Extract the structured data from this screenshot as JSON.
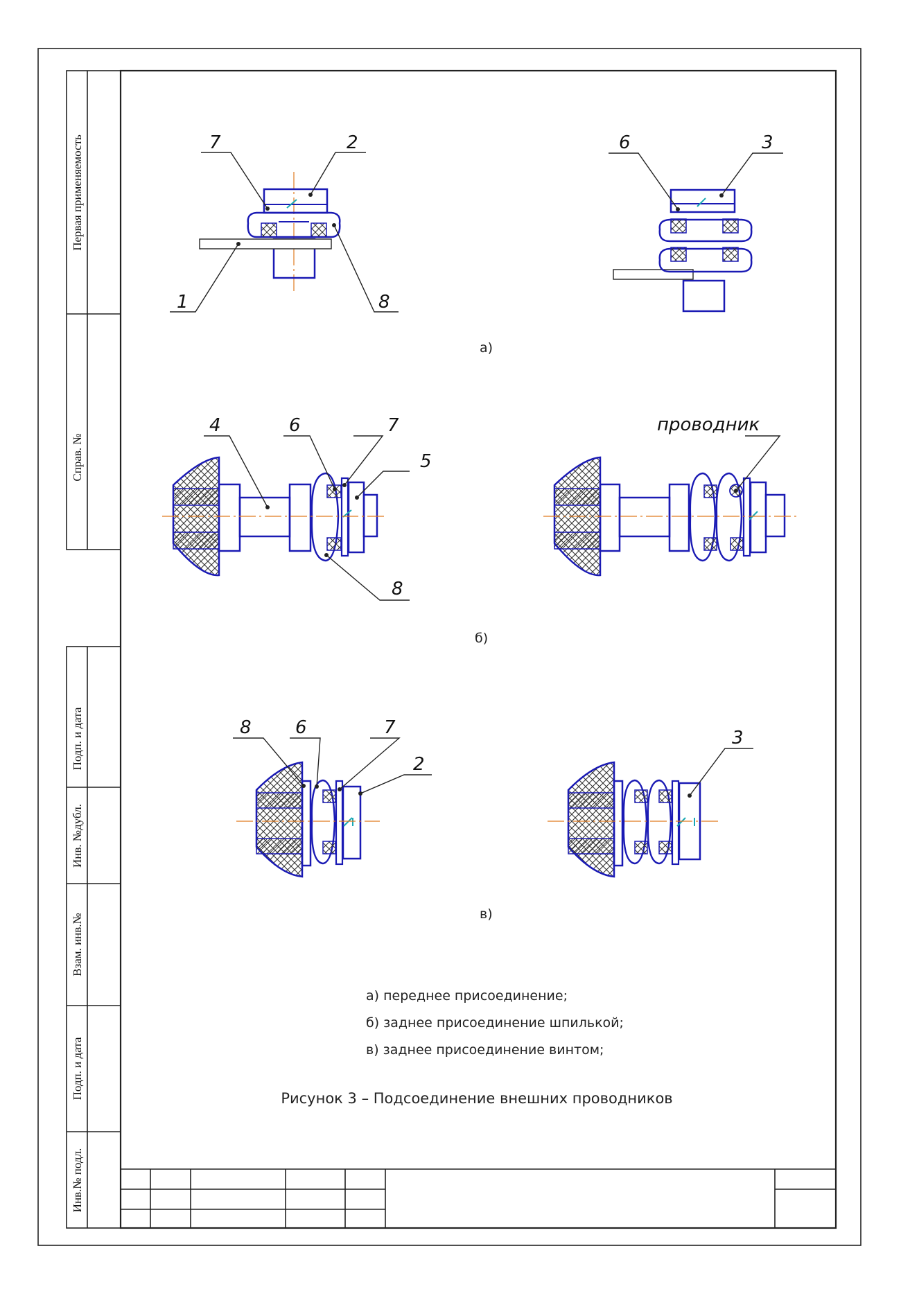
{
  "side_stamp": {
    "primary_use": "Первая применяемость",
    "reference_no": "Справ. №",
    "sign_date_1": "Подп. и дата",
    "dup_inv_no": "Инв. №дубл.",
    "replace_inv_no": "Взам. инв.№",
    "sign_date_2": "Подп. и дата",
    "orig_inv_no": "Инв.№ подл."
  },
  "figure_a": {
    "left_callouts": [
      "7",
      "2",
      "1",
      "8"
    ],
    "right_callouts": [
      "6",
      "3"
    ],
    "sub_label": "а)"
  },
  "figure_b": {
    "left_callouts": [
      "4",
      "6",
      "7",
      "5",
      "8"
    ],
    "right_callout": "проводник",
    "sub_label": "б)"
  },
  "figure_c": {
    "left_callouts": [
      "8",
      "6",
      "7",
      "2"
    ],
    "right_callout": "3",
    "sub_label": "в)"
  },
  "legend": [
    "а) переднее присоединение;",
    "б) заднее присоединение шпилькой;",
    "в) заднее присоединение винтом;"
  ],
  "figure_caption": "Рисунок 3 – Подсоединение внешних проводников",
  "colors": {
    "frame": "#222222",
    "part_outline": "#1a1ab4",
    "axis_line": "#e07a1e",
    "accent_teal": "#1aa8b4",
    "hatch": "#333333"
  }
}
